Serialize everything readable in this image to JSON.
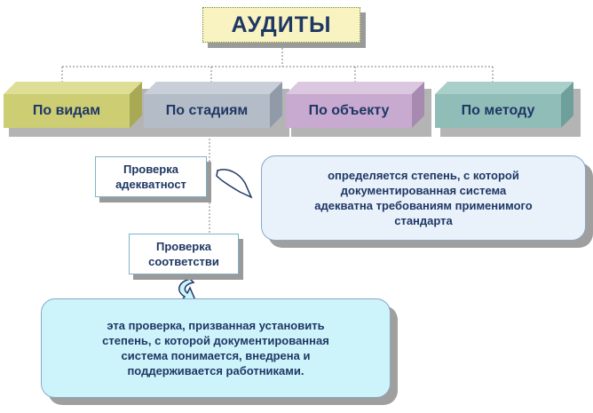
{
  "title": "АУДИТЫ",
  "categories": [
    {
      "label": "По видам",
      "color": "#cdcd74"
    },
    {
      "label": "По стадиям",
      "color": "#b4bcc8"
    },
    {
      "label": "По объекту",
      "color": "#c8a9cf"
    },
    {
      "label": "По методу",
      "color": "#90bdb8"
    }
  ],
  "stages": [
    {
      "label_line1": "Проверка",
      "label_line2": "адекватност"
    },
    {
      "label_line1": "Проверка",
      "label_line2": "соответстви"
    }
  ],
  "callouts": [
    {
      "lines": [
        "определяется степень, с которой",
        "документированная система",
        "адекватна требованиям применимого",
        "стандарта"
      ]
    },
    {
      "lines": [
        "эта проверка, призванная установить",
        "степень, с которой документированная",
        "система понимается, внедрена и",
        "поддерживается работниками."
      ]
    }
  ]
}
